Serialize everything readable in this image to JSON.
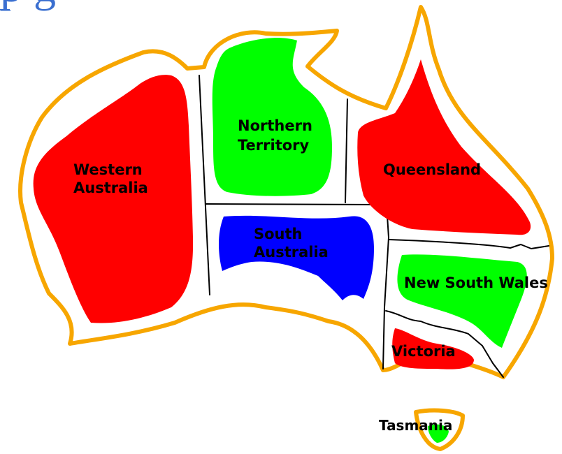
{
  "map": {
    "heading_fragment": "p              g",
    "coast_color": "#f7a600",
    "border_color": "#000000",
    "regions": [
      {
        "id": "western-australia",
        "label_lines": [
          "Western",
          "Australia"
        ],
        "fill": "#ff0000"
      },
      {
        "id": "northern-territory",
        "label_lines": [
          "Northern",
          "Territory"
        ],
        "fill": "#00ff00"
      },
      {
        "id": "south-australia",
        "label_lines": [
          "South",
          "Australia"
        ],
        "fill": "#0000ff"
      },
      {
        "id": "queensland",
        "label_lines": [
          "Queensland"
        ],
        "fill": "#ff0000"
      },
      {
        "id": "new-south-wales",
        "label_lines": [
          "New South Wales"
        ],
        "fill": "#00ff00"
      },
      {
        "id": "victoria",
        "label_lines": [
          "Victoria"
        ],
        "fill": "#ff0000"
      },
      {
        "id": "tasmania",
        "label_lines": [
          "Tasmania"
        ],
        "fill": "#00ff00"
      }
    ]
  }
}
